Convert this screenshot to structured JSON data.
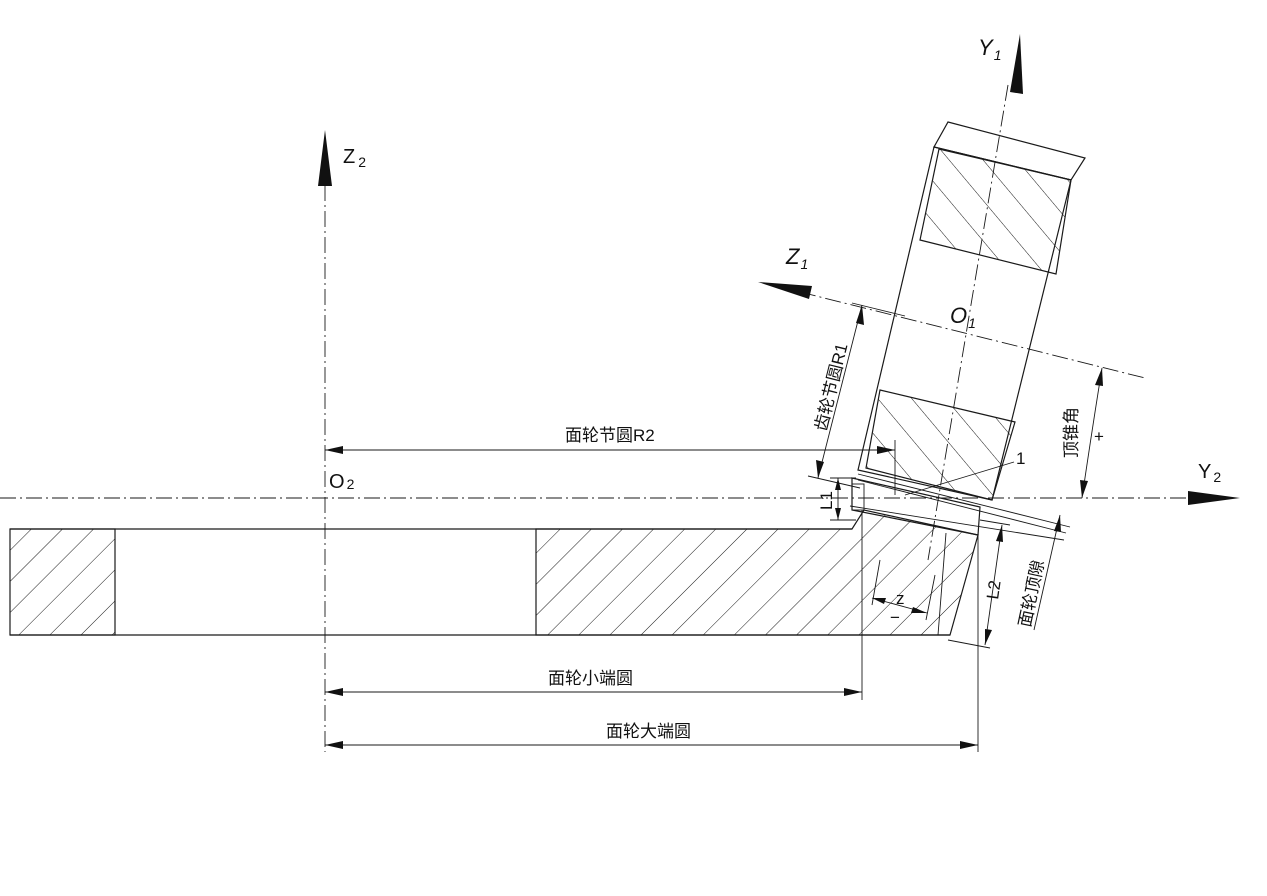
{
  "axes": {
    "z2": {
      "main": "Z",
      "sub": "2"
    },
    "y2": {
      "main": "Y",
      "sub": "2"
    },
    "y1": {
      "main": "Y",
      "sub": "1"
    },
    "z1": {
      "main": "Z",
      "sub": "1"
    }
  },
  "origins": {
    "o2": {
      "main": "O",
      "sub": "2"
    },
    "o1": {
      "main": "O",
      "sub": "1"
    }
  },
  "labels": {
    "face_gear_pitch_radius": "面轮节圆R2",
    "gear_pitch_radius": "齿轮节圆R1",
    "face_gear_small_end_circle": "面轮小端圆",
    "face_gear_large_end_circle": "面轮大端圆",
    "tip_cone_angle": "顶锥角",
    "plus_sign": "+",
    "face_gear_tip_clearance": "面轮顶隙",
    "l1": "L1",
    "l2": "L2",
    "z": "z",
    "minus_sign": "−",
    "callout_1": "1"
  },
  "colors": {
    "ink": "#111111",
    "background": "#ffffff"
  }
}
